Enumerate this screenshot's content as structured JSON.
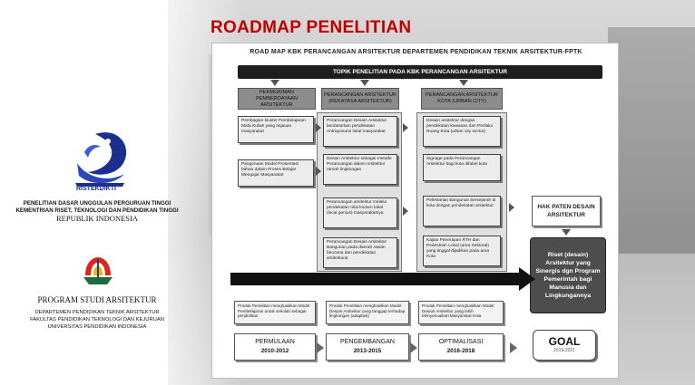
{
  "page": {
    "title": "ROADMAP PENELITIAN"
  },
  "left": {
    "ristek_logo_text": "RISTEKDIKTI",
    "kementrian_lines": [
      "PENELITIAN DASAR UNGGULAN PERGURUAN TINGGI",
      "KEMENTRIAN RISET, TEKNOLOGI DAN PENDIDIKAN TINGGI",
      "REPUBLIK INDONESIA"
    ],
    "prodi_title": "PROGRAM STUDI ARSITEKTUR",
    "prodi_lines": [
      "DEPARTEMEN PENDIDIKAN TEKNIK ARSITEKTUR",
      "FAKULTAS PENDIDIKAN TEKNOLOGI DAN KEJURUAN",
      "UNIVERSITAS PENDIDIKAN INDONESIA"
    ]
  },
  "diagram": {
    "title": "ROAD MAP KBK PERANCANGAN ARSITEKTUR DEPARTEMEN PENDIDIKAN TEKNIK ARSITEKTUR-FPTK",
    "topik": "TOPIK PENELITIAN PADA KBK PERANCANGAN ARSITEKTUR",
    "columns": [
      {
        "head": [
          "PERMUKIMAN",
          "PEMBERDAYAAN ARSITEKTUR"
        ],
        "boxes": [
          "Pembagian kluster Pembelajaran Mata Kuliah yang tinjauan masyarakat",
          "Pengenaan Model Prosentasi bahan dalam Proses Belajar Mengajar Masyarakat"
        ]
      },
      {
        "head": [
          "PERANCANGAN ARSITEKTUR",
          "(REKAYASA ARSITEKTUR)"
        ],
        "boxes": [
          "Perancangan Desain Arsitektur berdasarkan pendekatan Antroponomi lokal masyarakat",
          "Desain Arsitektur sebagai metode Perancangan dalam Arsitektur ramah lingkungan",
          "Perancangan arsitektur melalui pendekatan nilai konten lokal (local genius) masyarakatnya",
          "Perancangan Desain Arsitektur Bangunan pada daerah rawan bencana dan pendekatan arsitektural"
        ]
      },
      {
        "head": [
          "PERANCANGAN ARSITEKTUR",
          "KOTA (URBAN CITY)"
        ],
        "boxes": [
          "Desain arsitektur dengan pendekatan kawasan dan Perilaku Ruang Kota (urban city sector)",
          "Signage pada Perancangan Arsitektur bagi kota difabel kota",
          "Pelestarian Bangunan bersejarah di kota dengan pendekatan arsitektur",
          "Kajian Penerapan RTH dan Pedestrian Lokal (area Sektoral) yang tinggal dijadikan pada area Kota"
        ]
      }
    ],
    "side_box": "HAK PATEN DESAIN ARSITEKTUR",
    "riset_box": "Riset (desain) Arsitektur yang Sinergis dgn Program Pemerintah bagi Manusia dan Lingkungannya",
    "products": [
      "Produk Penelitian menghasilkan Model Pembelajaran untuk sekolah sebagai pendidikan",
      "Produk Penelitian menghasilkan Model Desain Arsitektur yang tanggap terhadap lingkungan (adaptasi)",
      "Produk Penelitian menghasilkan Model Desain Arsitektur yang lebih Menyesuaikan Masyarakat Kota"
    ],
    "phases": [
      {
        "name": "PERMULAAN",
        "years": "2010-2012"
      },
      {
        "name": "PENGEMBANGAN",
        "years": "2013-2015"
      },
      {
        "name": "OPTIMALISASI",
        "years": "2016-2018"
      }
    ],
    "goal": {
      "name": "GOAL",
      "years": "2019-2021"
    }
  }
}
